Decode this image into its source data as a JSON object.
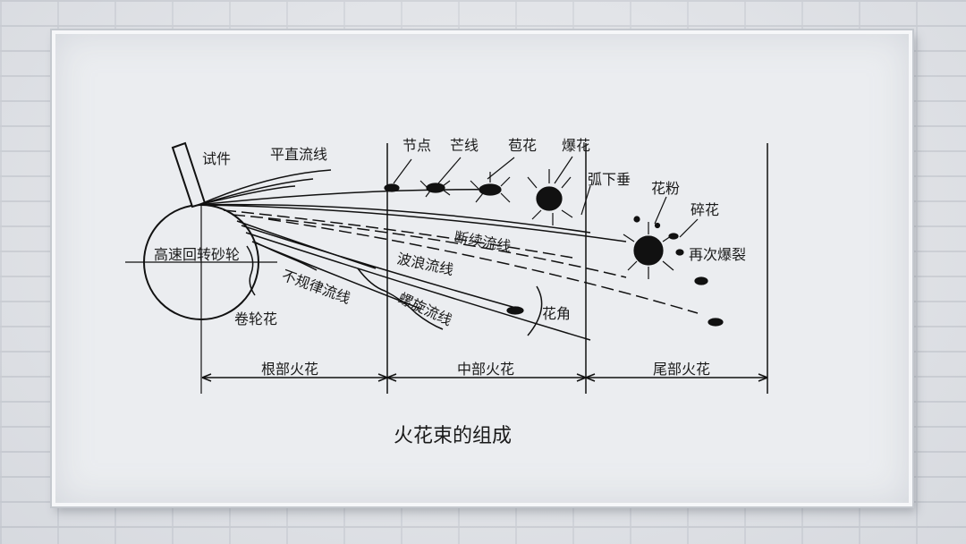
{
  "diagram": {
    "title": "火花束的组成",
    "labels": {
      "specimen": "试件",
      "wheel": "高速回转砂轮",
      "straight_streamline": "平直流线",
      "node": "节点",
      "awn_line": "芒线",
      "bud_spark": "苞花",
      "burst_spark": "爆花",
      "arc_droop": "弧下垂",
      "broken_streamline": "断续流线",
      "pollen_spark": "花粉",
      "fragment_spark": "碎花",
      "re_burst": "再次爆裂",
      "wave_streamline": "波浪流线",
      "irregular_streamline": "不规律流线",
      "spiral_streamline": "螺旋流线",
      "curl_spark": "卷轮花",
      "spark_angle": "花角"
    },
    "sections": [
      "根部火花",
      "中部火花",
      "尾部火花"
    ]
  }
}
